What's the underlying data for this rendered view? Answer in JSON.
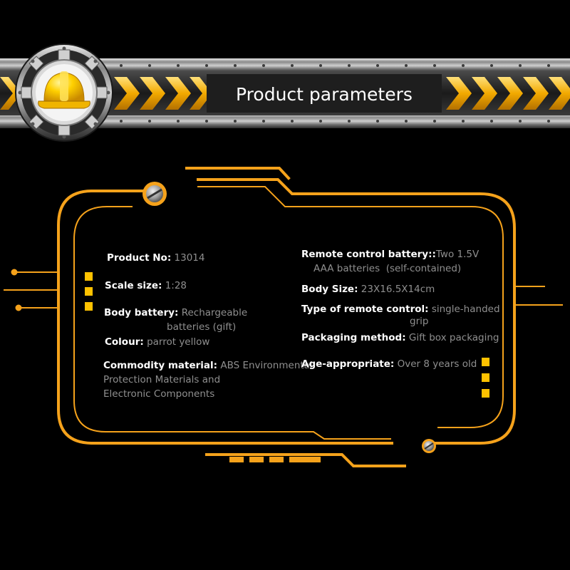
{
  "header": {
    "title": "Product parameters"
  },
  "colors": {
    "accent_orange": "#f5a21b",
    "accent_yellow": "#ffc200",
    "background": "#000000",
    "label": "#ffffff",
    "value": "#8f8f8f"
  },
  "icons": [
    "helmet-icon",
    "gear-icon",
    "chevron-right-icon",
    "screw-icon"
  ],
  "params": {
    "product_no": {
      "label": "Product No:",
      "value": "13014"
    },
    "scale_size": {
      "label": "Scale size:",
      "value": "1:28"
    },
    "body_battery": {
      "label": "Body battery:",
      "value_1": "Rechargeable",
      "value_2": "batteries (gift)"
    },
    "colour": {
      "label": "Colour:",
      "value": "parrot yellow"
    },
    "commodity_material": {
      "label": "Commodity material:",
      "value_1": "ABS Environmental",
      "value_2": "Protection Materials and",
      "value_3": "Electronic Components"
    },
    "remote_battery": {
      "label": "Remote control battery::",
      "value_1": "Two 1.5V",
      "value_2": "AAA batteries  (self-contained)"
    },
    "body_size": {
      "label": "Body Size:",
      "value": "23X16.5X14cm"
    },
    "remote_type": {
      "label": "Type of remote control:",
      "value_1": "single-handed",
      "value_2": "grip"
    },
    "packaging": {
      "label": "Packaging method:",
      "value": "Gift box packaging"
    },
    "age": {
      "label": "Age-appropriate:",
      "value": "Over 8 years old"
    }
  }
}
